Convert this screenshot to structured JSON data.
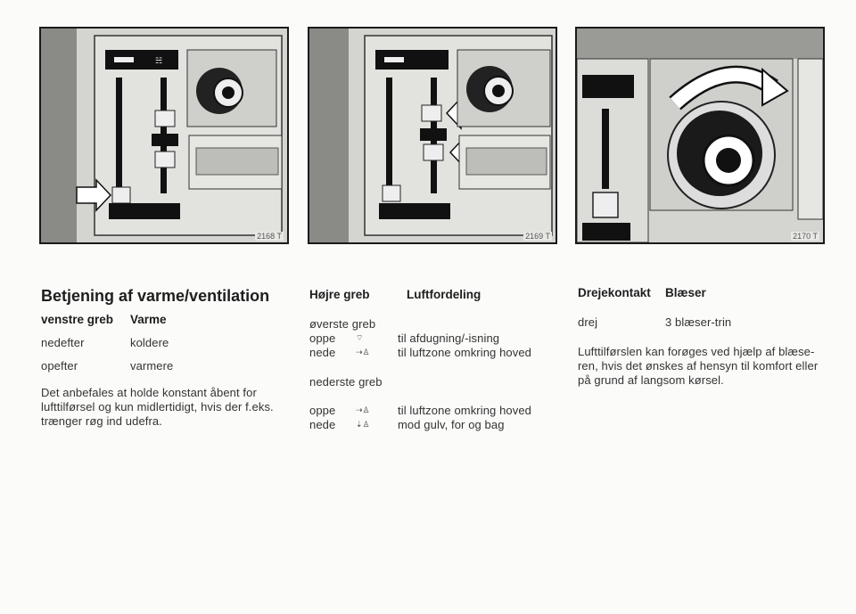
{
  "figures": [
    {
      "number": "2168 T"
    },
    {
      "number": "2169 T"
    },
    {
      "number": "2170 T"
    }
  ],
  "left": {
    "title": "Betjening af varme/ventilation",
    "col1_header": "venstre greb",
    "col2_header": "Varme",
    "rows": [
      {
        "pos": "nedefter",
        "effect": "koldere"
      },
      {
        "pos": "opefter",
        "effect": "varmere"
      }
    ],
    "note_lines": [
      "Det anbefales at holde konstant åbent for",
      "lufttilførsel og kun midlertidigt, hvis der f.eks.",
      "trænger røg ind udefra."
    ]
  },
  "middle": {
    "col1_header": "Højre greb",
    "col2_header": "Luftfordeling",
    "upper_label": "øverste greb",
    "upper_rows": [
      {
        "pos": "oppe",
        "icon": "defrost-icon",
        "effect": "til afdugning/-isning"
      },
      {
        "pos": "nede",
        "icon": "head-airflow-icon",
        "effect": "til luftzone omkring hoved"
      }
    ],
    "lower_label": "nederste greb",
    "lower_rows": [
      {
        "pos": "oppe",
        "icon": "head-airflow-icon",
        "effect": "til luftzone omkring hoved"
      },
      {
        "pos": "nede",
        "icon": "floor-airflow-icon",
        "effect": "mod gulv, for og bag"
      }
    ]
  },
  "right": {
    "col1_header": "Drejekontakt",
    "col2_header": "Blæser",
    "row": {
      "pos": "drej",
      "effect": "3 blæser-trin"
    },
    "note_lines": [
      "Lufttilførslen kan forøges ved hjælp af blæse-",
      "ren, hvis det ønskes af hensyn til komfort eller",
      "på grund af langsom kørsel."
    ]
  },
  "colors": {
    "ink": "#1e1e1e",
    "panel": "#d9d9d6",
    "dark": "#1a1a1a"
  }
}
